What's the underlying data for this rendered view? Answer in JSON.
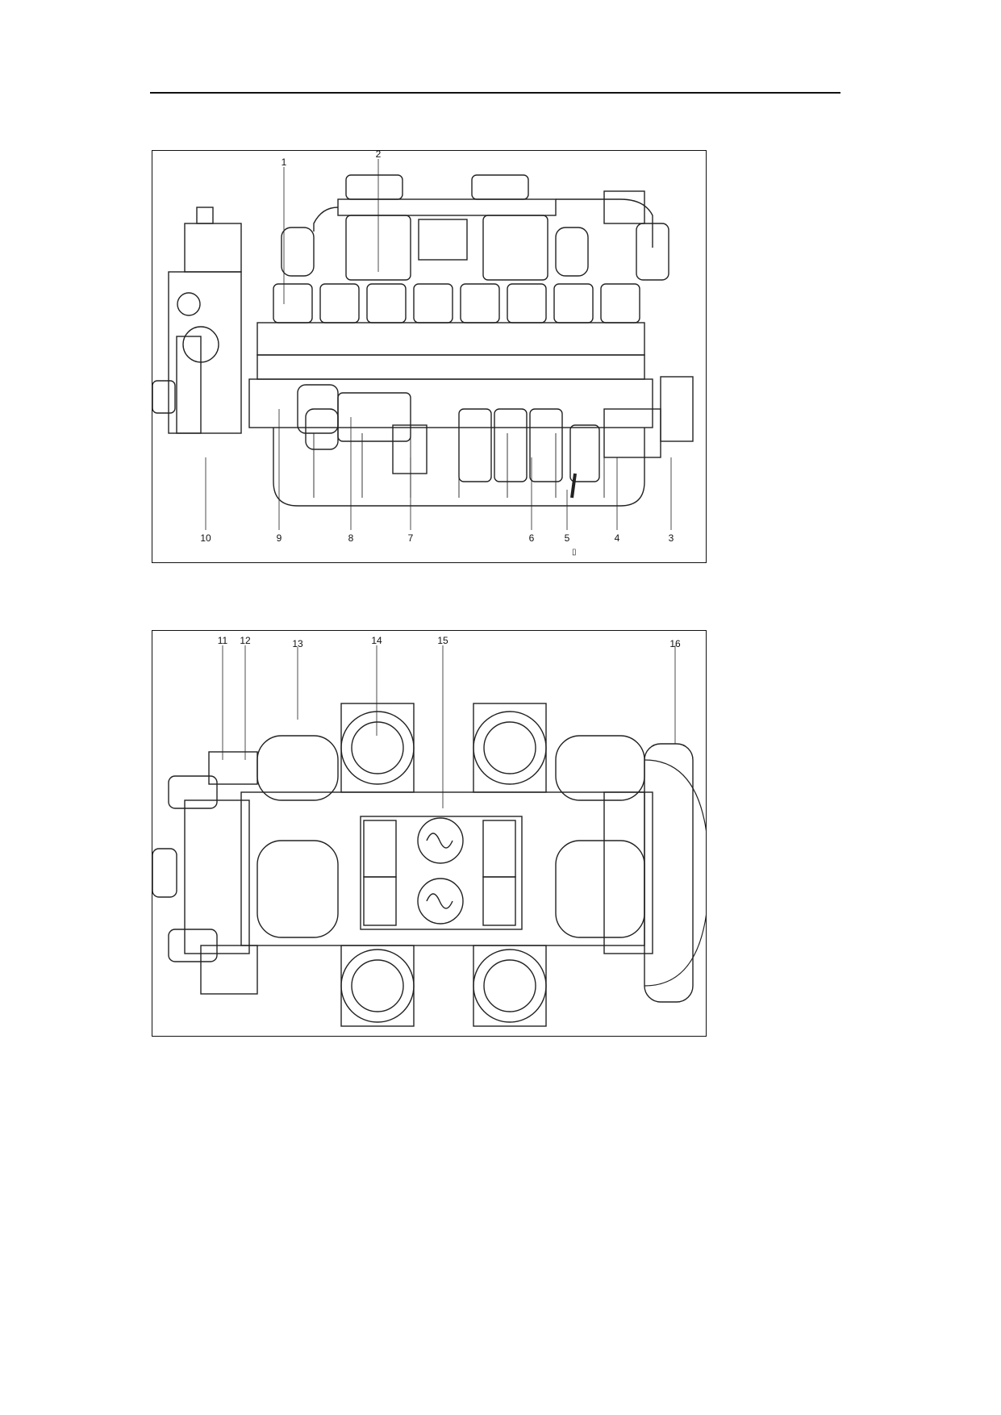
{
  "figure_side_view": {
    "callouts_top": [
      "1",
      "2"
    ],
    "callouts_bottom": [
      "10",
      "9",
      "8",
      "7",
      "6",
      "5",
      "4",
      "3"
    ]
  },
  "figure_top_view": {
    "callouts_top": [
      "11",
      "12",
      "13",
      "14",
      "15",
      "16"
    ]
  }
}
